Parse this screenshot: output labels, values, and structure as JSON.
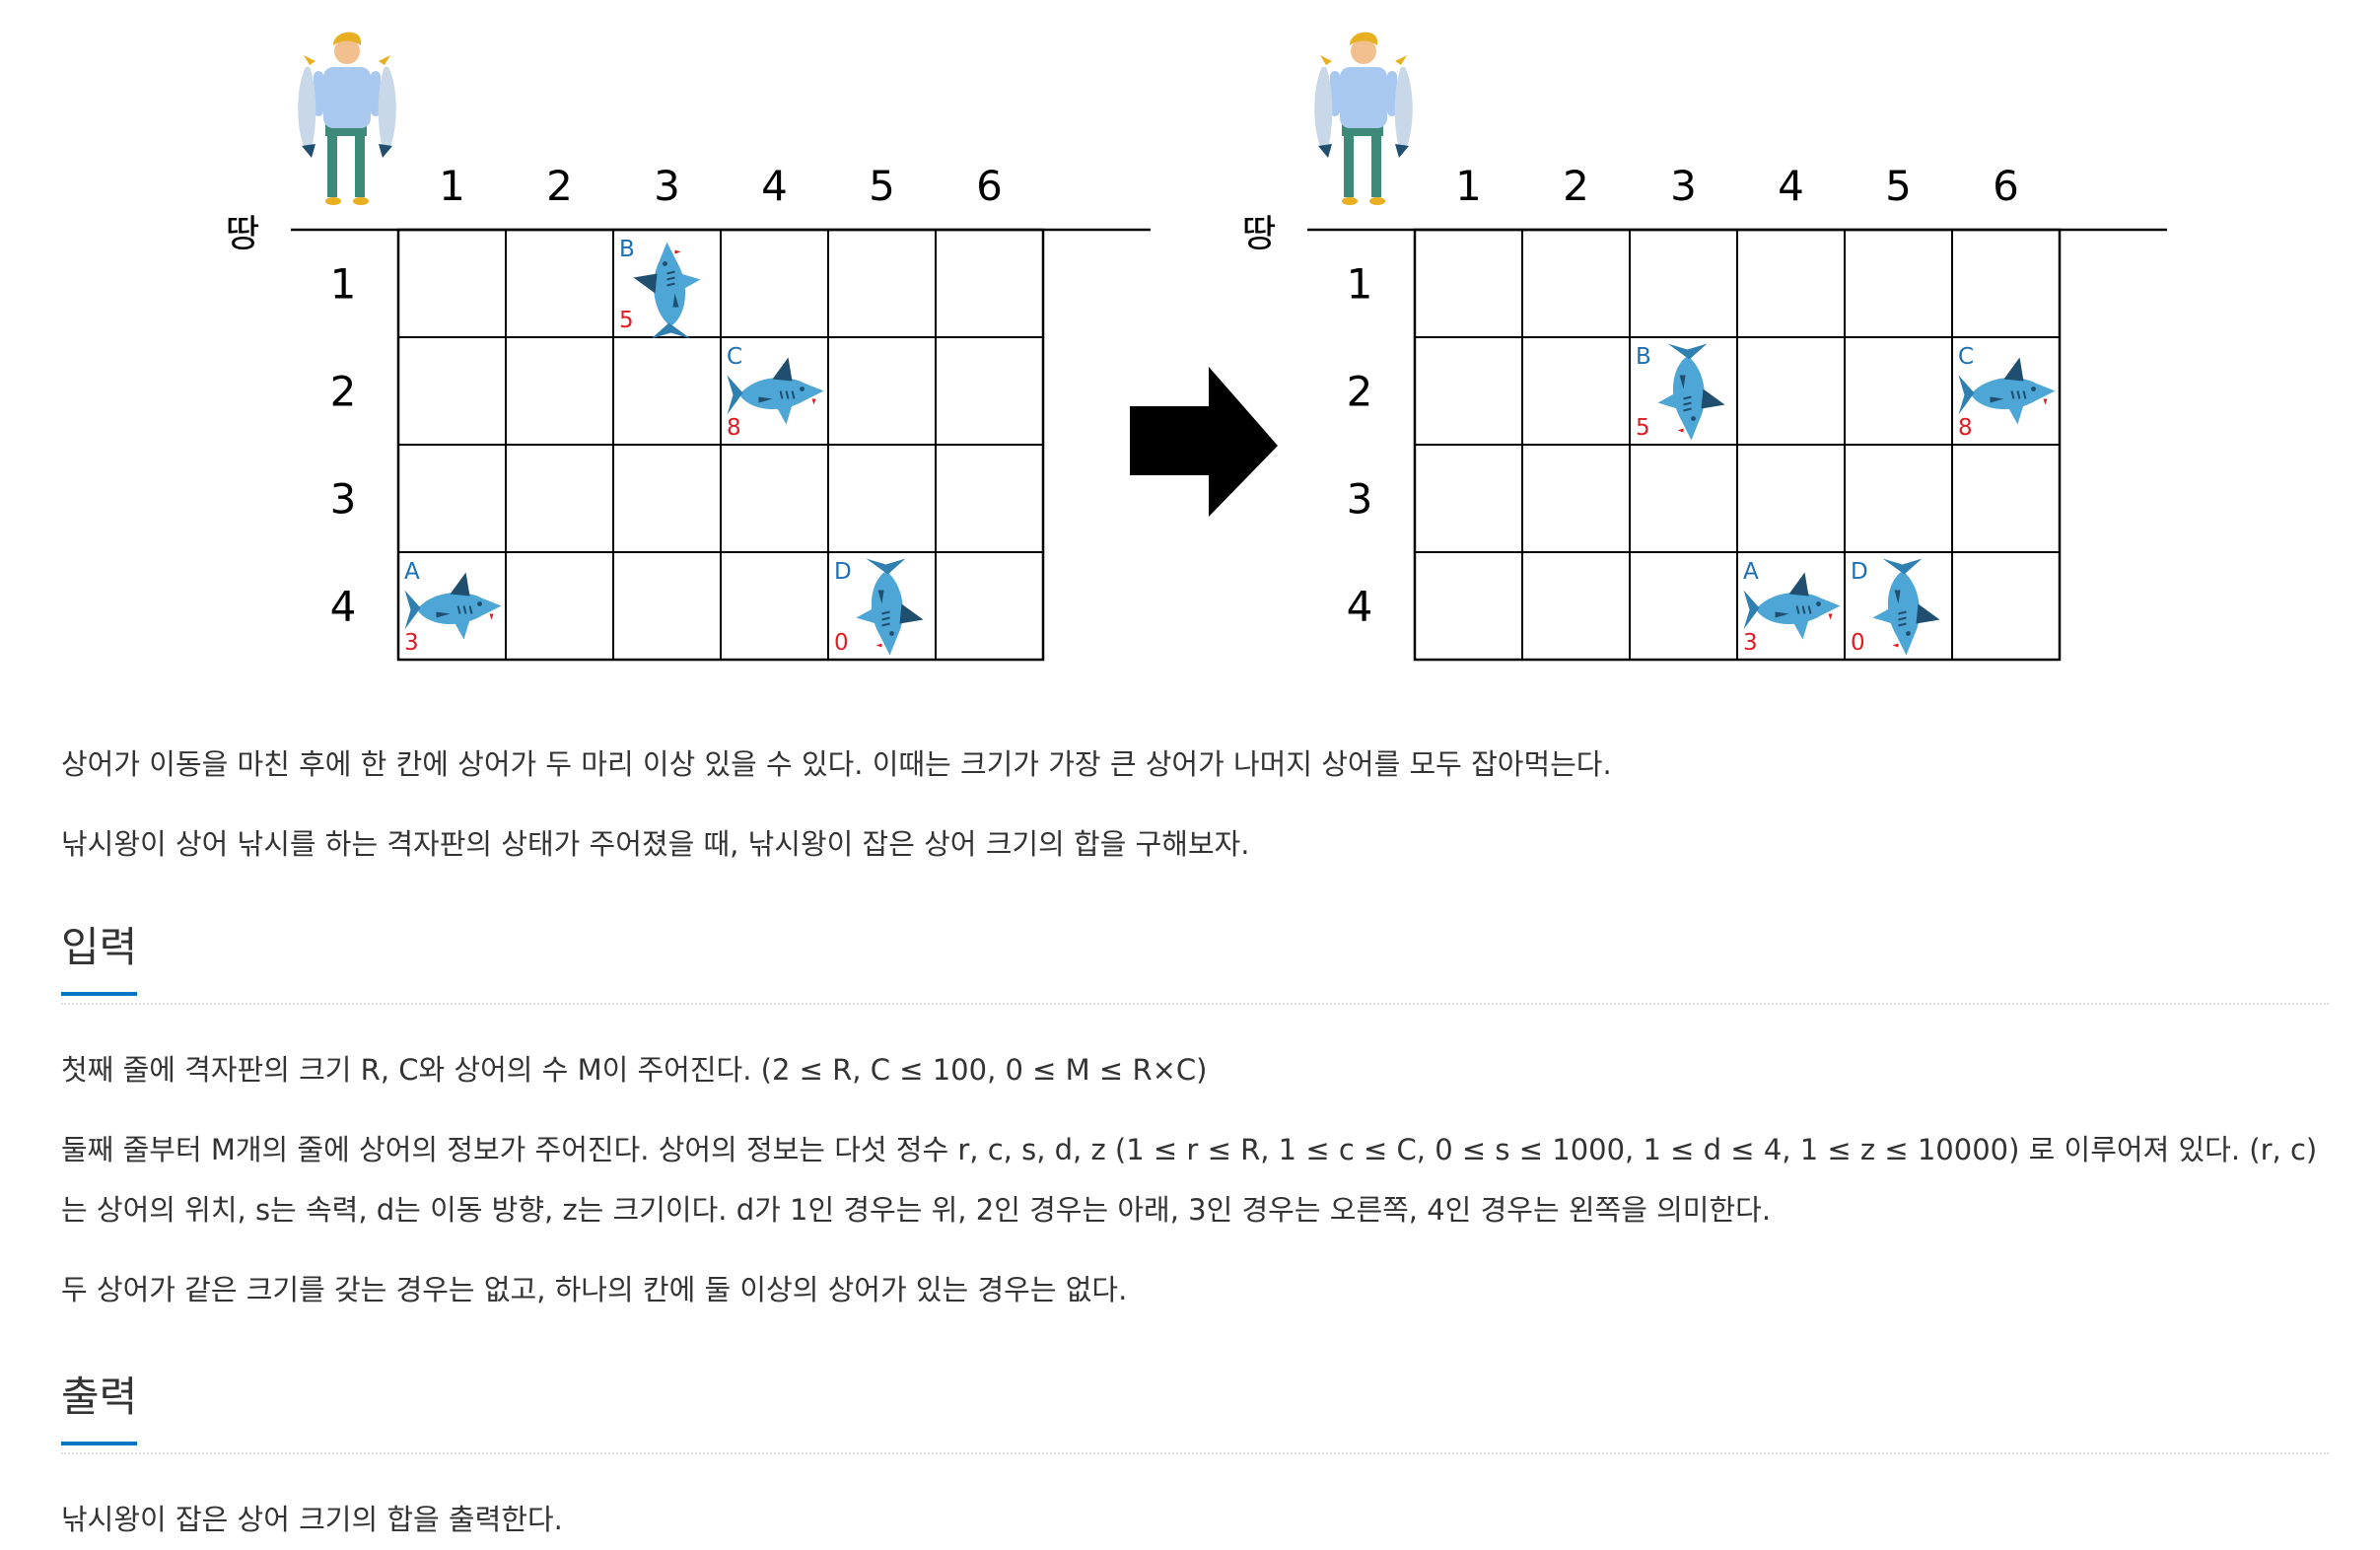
{
  "figure": {
    "panels": [
      {
        "land_label": "땅",
        "col_labels": [
          "1",
          "2",
          "3",
          "4",
          "5",
          "6"
        ],
        "row_labels": [
          "1",
          "2",
          "3",
          "4"
        ],
        "sharks": [
          {
            "letter": "B",
            "size": "5",
            "row": 1,
            "col": 3,
            "direction": "up"
          },
          {
            "letter": "C",
            "size": "8",
            "row": 2,
            "col": 4,
            "direction": "right"
          },
          {
            "letter": "A",
            "size": "3",
            "row": 4,
            "col": 1,
            "direction": "right"
          },
          {
            "letter": "D",
            "size": "0",
            "row": 4,
            "col": 5,
            "direction": "down"
          }
        ]
      },
      {
        "land_label": "땅",
        "col_labels": [
          "1",
          "2",
          "3",
          "4",
          "5",
          "6"
        ],
        "row_labels": [
          "1",
          "2",
          "3",
          "4"
        ],
        "sharks": [
          {
            "letter": "B",
            "size": "5",
            "row": 2,
            "col": 3,
            "direction": "down"
          },
          {
            "letter": "C",
            "size": "8",
            "row": 2,
            "col": 6,
            "direction": "right"
          },
          {
            "letter": "A",
            "size": "3",
            "row": 4,
            "col": 4,
            "direction": "right"
          },
          {
            "letter": "D",
            "size": "0",
            "row": 4,
            "col": 5,
            "direction": "down"
          }
        ]
      }
    ],
    "colors": {
      "shark_body": "#4da6d6",
      "shark_dark": "#1f4e6e",
      "letter": "#1a6fb5",
      "size_number": "#e01b24",
      "arrow": "#000000",
      "person_shirt": "#a8c8f0",
      "person_pants": "#3d8a7a",
      "person_hair": "#e8b020"
    }
  },
  "text": {
    "p1": "상어가 이동을 마친 후에 한 칸에 상어가 두 마리 이상 있을 수 있다. 이때는 크기가 가장 큰 상어가 나머지 상어를 모두 잡아먹는다.",
    "p2": "낚시왕이 상어 낚시를 하는 격자판의 상태가 주어졌을 때, 낚시왕이 잡은 상어 크기의 합을 구해보자.",
    "input_title": "입력",
    "input_p1": "첫째 줄에 격자판의 크기 R, C와 상어의 수 M이 주어진다. (2 ≤ R, C ≤ 100, 0 ≤ M ≤ R×C)",
    "input_p2": "둘째 줄부터 M개의 줄에 상어의 정보가 주어진다. 상어의 정보는 다섯 정수 r, c, s, d, z (1 ≤ r ≤ R, 1 ≤ c ≤ C, 0 ≤ s ≤ 1000, 1 ≤ d ≤ 4, 1 ≤ z ≤ 10000) 로 이루어져 있다. (r, c)는 상어의 위치, s는 속력, d는 이동 방향, z는 크기이다. d가 1인 경우는 위, 2인 경우는 아래, 3인 경우는 오른쪽, 4인 경우는 왼쪽을 의미한다.",
    "input_p3": "두 상어가 같은 크기를 갖는 경우는 없고, 하나의 칸에 둘 이상의 상어가 있는 경우는 없다.",
    "output_title": "출력",
    "output_p1": "낚시왕이 잡은 상어 크기의 합을 출력한다."
  }
}
